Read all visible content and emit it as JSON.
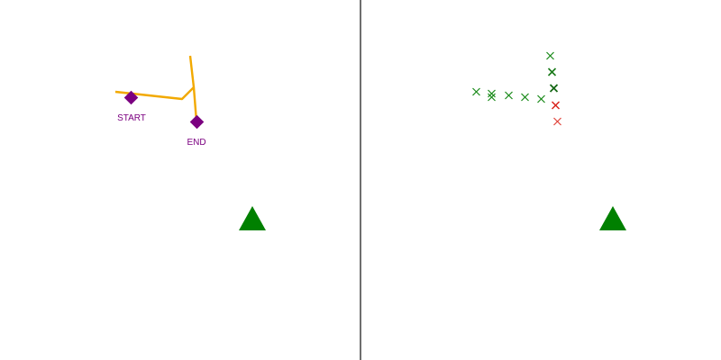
{
  "colors": {
    "path": "#f2a900",
    "marker": "#7b0080",
    "target": "#008000",
    "point_green": "#1a8a1a",
    "point_red": "#d9251d",
    "divider": "#6e6e6e"
  },
  "left_panel": {
    "path_icon": "polyline",
    "start_label": "START",
    "end_label": "END",
    "target_icon": "triangle-icon"
  },
  "right_panel": {
    "point_icon": "x-mark-icon",
    "target_icon": "triangle-icon"
  }
}
